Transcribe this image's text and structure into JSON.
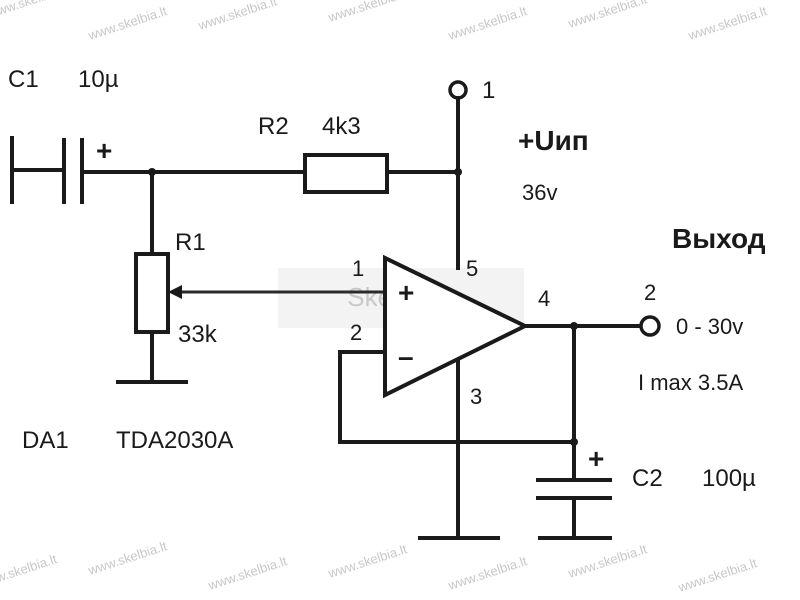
{
  "watermark": {
    "text": "www.skelbia.lt",
    "center_text": "Skelbia.lt"
  },
  "labels": {
    "c1": "C1",
    "c1_value": "10µ",
    "c1_plus": "+",
    "r2": "R2",
    "r2_value": "4k3",
    "node1_top": "1",
    "supply": "+Uип",
    "supply_value": "36v",
    "r1": "R1",
    "r1_value": "33k",
    "pin1": "1",
    "pin5": "5",
    "pin2": "2",
    "pin3": "3",
    "pin4": "4",
    "opamp_plus": "+",
    "opamp_minus": "–",
    "output_title": "Выход",
    "output_node": "2",
    "output_range": "0 - 30v",
    "output_imax": "I max 3.5A",
    "da1": "DA1",
    "da1_part": "TDA2030A",
    "c2": "C2",
    "c2_value": "100µ",
    "c2_plus": "+"
  }
}
